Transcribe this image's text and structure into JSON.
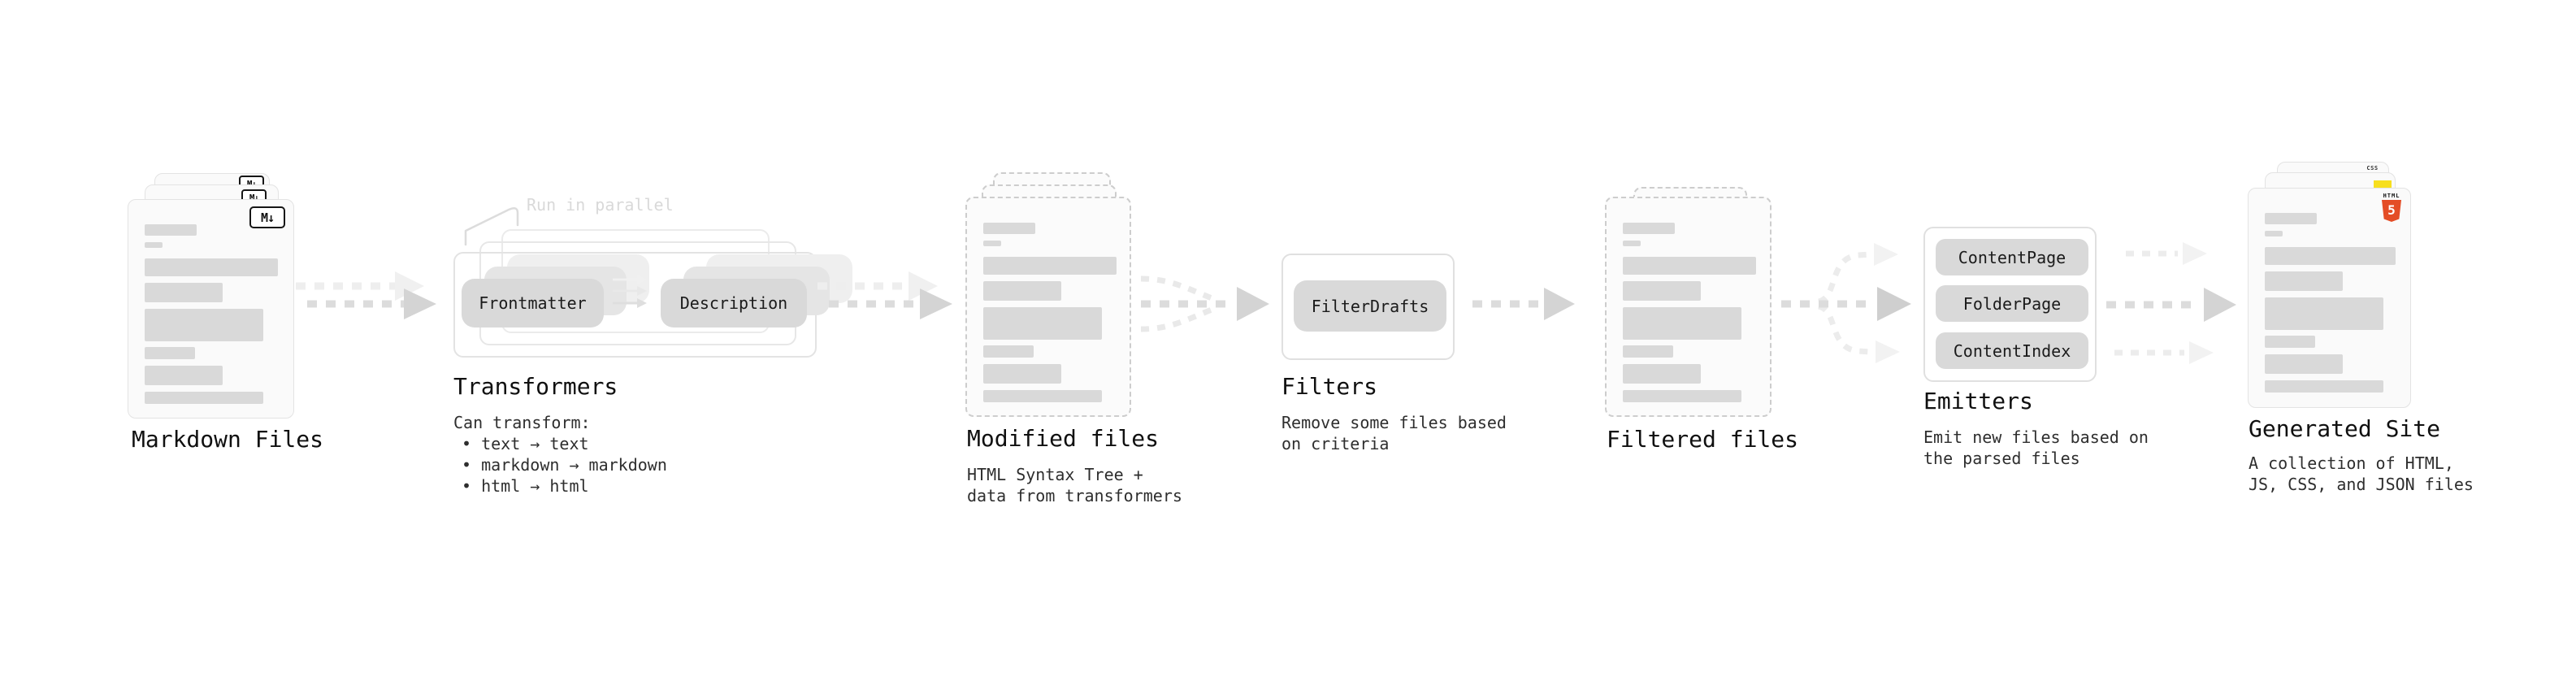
{
  "stages": {
    "markdown_files": {
      "label": "Markdown Files",
      "badge": "M↓"
    },
    "transformers": {
      "title": "Transformers",
      "note": "Run in parallel",
      "desc_heading": "Can transform:",
      "bullets": [
        "• text → text",
        "• markdown → markdown",
        "• html → html"
      ],
      "pill_left": "Frontmatter",
      "pill_right": "Description"
    },
    "modified_files": {
      "label": "Modified files",
      "desc_line1": "HTML Syntax Tree +",
      "desc_line2": "data from transformers"
    },
    "filters": {
      "title": "Filters",
      "pill": "FilterDrafts",
      "desc_line1": "Remove some files based",
      "desc_line2": "on criteria"
    },
    "filtered_files": {
      "label": "Filtered files"
    },
    "emitters": {
      "title": "Emitters",
      "pills": [
        "ContentPage",
        "FolderPage",
        "ContentIndex"
      ],
      "desc_line1": "Emit new files based on",
      "desc_line2": "the parsed files"
    },
    "generated_site": {
      "label": "Generated Site",
      "desc_line1": "A collection of HTML,",
      "desc_line2": "JS, CSS, and JSON files",
      "badges": {
        "css_label": "CSS",
        "html_word": "HTML",
        "html_number": "5"
      }
    }
  },
  "colors": {
    "canvas_bg": "#ffffff",
    "card_bg": "#fafafa",
    "card_border": "#e3e3e3",
    "dashed_border": "#cdcdcd",
    "skeleton_bar": "#d9d9d9",
    "pill_bg": "#d9d9d9",
    "arrow_dash": "#dcdcdc",
    "arrow_head": "#d4d4d4",
    "note_text": "#d9d9d9",
    "title_text": "#101010",
    "body_text": "#2e2e2e",
    "html5_orange": "#e44d26",
    "js_yellow": "#f7df1e",
    "css_blue": "#2f6be4"
  }
}
